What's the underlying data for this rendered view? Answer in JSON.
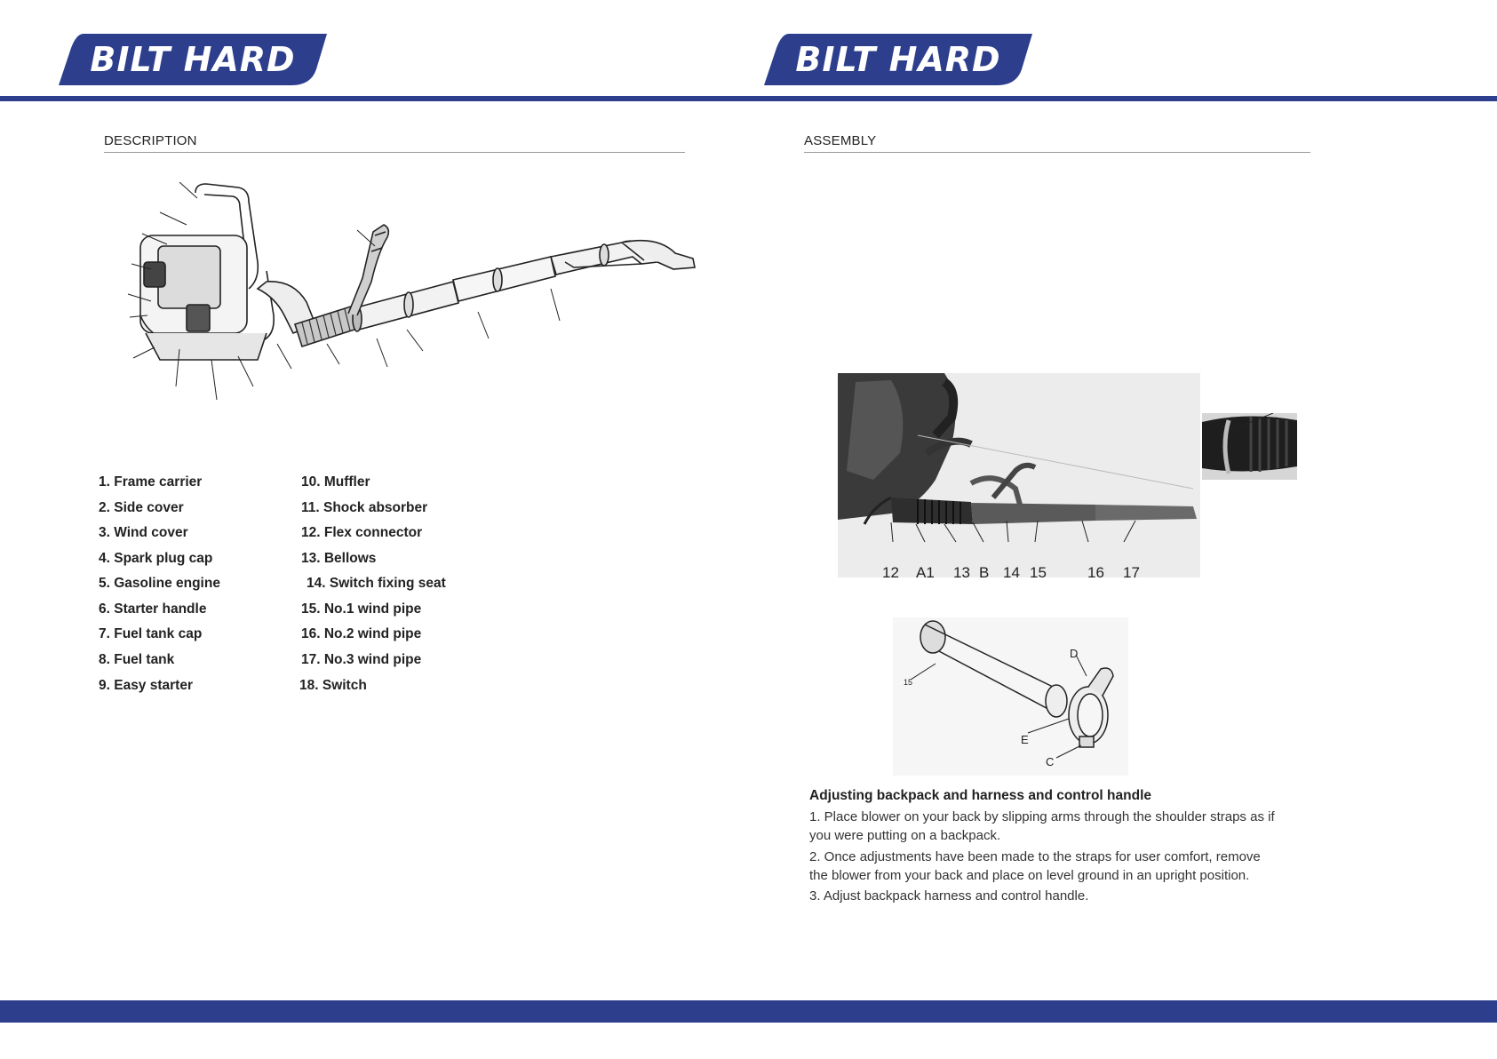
{
  "brand": {
    "name": "BILT HARD",
    "color": "#2c3e8c"
  },
  "left_page": {
    "section_title": "DESCRIPTION",
    "parts_col1": [
      "1. Frame carrier",
      "2. Side cover",
      "3. Wind cover",
      "4. Spark plug cap",
      "5. Gasoline engine",
      "6. Starter handle",
      "7. Fuel tank cap",
      "8. Fuel tank",
      "9. Easy starter"
    ],
    "parts_col2": [
      "10. Muffler",
      "11. Shock absorber",
      "12. Flex connector",
      "13. Bellows",
      "14. Switch fixing seat",
      "15. No.1 wind pipe",
      "16. No.2 wind pipe",
      "17. No.3 wind pipe",
      "18. Switch"
    ]
  },
  "right_page": {
    "section_title": "ASSEMBLY",
    "photo_callouts": [
      "12",
      "A1",
      "13",
      "B",
      "14",
      "15",
      "16",
      "17"
    ],
    "diagram_labels": {
      "d": "D",
      "e": "E",
      "c": "C",
      "pipe": "15"
    },
    "instructions": {
      "title": "Adjusting backpack and harness and control handle",
      "step1_line1": "1.  Place blower on your back by slipping arms through the shoulder straps as if",
      "step1_line2": "you were putting on a backpack.",
      "step2_line1": "2.  Once adjustments have been made to the straps for user comfort, remove",
      "step2_line2": "the blower from your back and place on level ground in an upright position.",
      "step3": "3.  Adjust backpack harness and control handle."
    }
  }
}
